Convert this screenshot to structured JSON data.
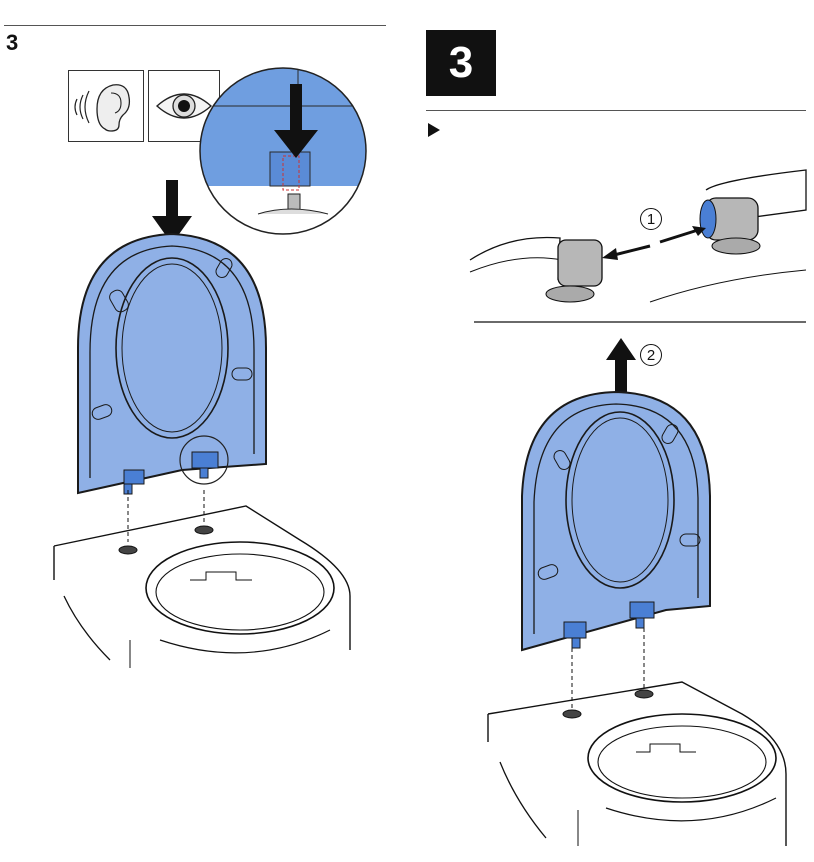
{
  "left_panel": {
    "step_number": "3",
    "icons": [
      "ear-icon",
      "eye-icon"
    ]
  },
  "right_panel": {
    "step_number": "3",
    "callouts": [
      "1",
      "2"
    ]
  },
  "colors": {
    "seat_blue": "#8fb0e6",
    "seat_stroke": "#1a1a1a",
    "detail_blue": "#6f9ee0",
    "hinge_blue": "#4a7fd4"
  }
}
